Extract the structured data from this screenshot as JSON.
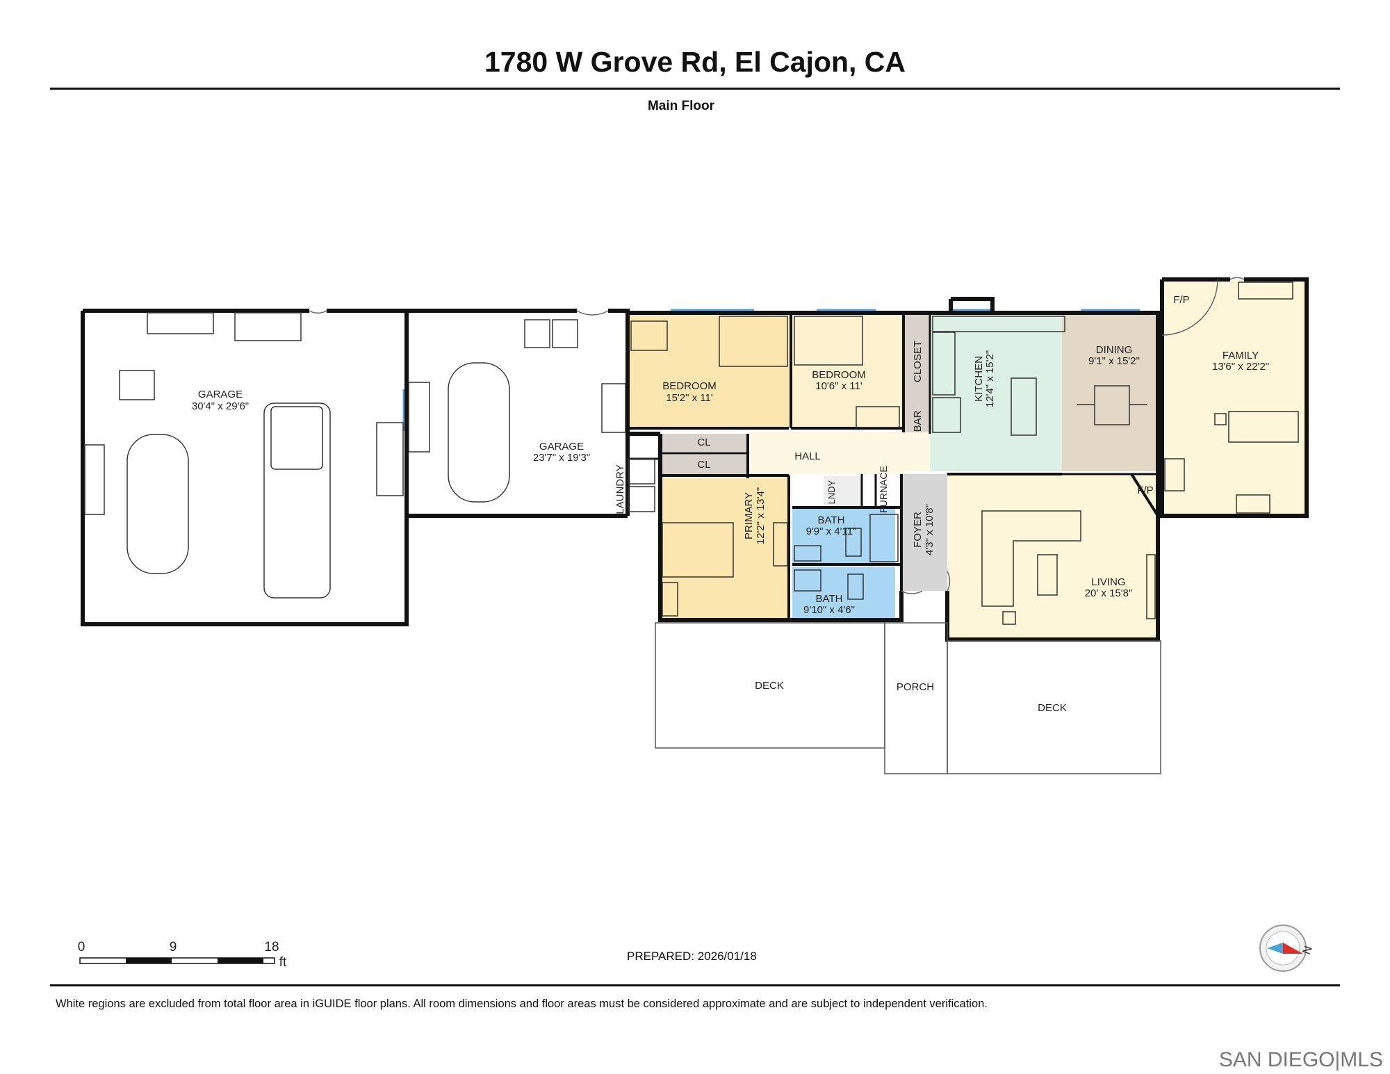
{
  "header": {
    "address": "1780 W Grove Rd, El Cajon, CA",
    "floor": "Main Floor"
  },
  "rooms": [
    {
      "id": "garage1",
      "name": "GARAGE",
      "dims": "30'4\" x 29'6\""
    },
    {
      "id": "garage2",
      "name": "GARAGE",
      "dims": "23'7\" x 19'3\""
    },
    {
      "id": "bedroom1",
      "name": "BEDROOM",
      "dims": "15'2\" x 11'"
    },
    {
      "id": "bedroom2",
      "name": "BEDROOM",
      "dims": "10'6\" x 11'"
    },
    {
      "id": "closet",
      "name": "CLOSET",
      "dims": ""
    },
    {
      "id": "bar",
      "name": "BAR",
      "dims": ""
    },
    {
      "id": "kitchen",
      "name": "KITCHEN",
      "dims": "12'4\" x 15'2\""
    },
    {
      "id": "dining",
      "name": "DINING",
      "dims": "9'1\" x 15'2\""
    },
    {
      "id": "family",
      "name": "FAMILY",
      "dims": "13'6\" x 22'2\""
    },
    {
      "id": "fp1",
      "name": "F/P",
      "dims": ""
    },
    {
      "id": "fp2",
      "name": "F/P",
      "dims": ""
    },
    {
      "id": "cl1",
      "name": "CL",
      "dims": ""
    },
    {
      "id": "cl2",
      "name": "CL",
      "dims": ""
    },
    {
      "id": "hall",
      "name": "HALL",
      "dims": ""
    },
    {
      "id": "laundry",
      "name": "LAUNDRY",
      "dims": ""
    },
    {
      "id": "lndy",
      "name": "LNDY",
      "dims": ""
    },
    {
      "id": "furnace",
      "name": "FURNACE",
      "dims": ""
    },
    {
      "id": "primary",
      "name": "PRIMARY",
      "dims": "12'2\" x 13'4\""
    },
    {
      "id": "bath1",
      "name": "BATH",
      "dims": "9'9\" x 4'11\""
    },
    {
      "id": "bath2",
      "name": "BATH",
      "dims": "9'10\" x 4'6\""
    },
    {
      "id": "foyer",
      "name": "FOYER",
      "dims": "4'3\" x 10'8\""
    },
    {
      "id": "living",
      "name": "LIVING",
      "dims": "20' x 15'8\""
    },
    {
      "id": "deck1",
      "name": "DECK",
      "dims": ""
    },
    {
      "id": "porch",
      "name": "PORCH",
      "dims": ""
    },
    {
      "id": "deck2",
      "name": "DECK",
      "dims": ""
    }
  ],
  "colors": {
    "bedroom": "#fbe6b0",
    "bedroom_light": "#fdf1cf",
    "kitchen": "#dcf0e6",
    "dining": "#e3d7c6",
    "family_living": "#fdf6d8",
    "hall": "#fdf8e4",
    "bath": "#a9d6f3",
    "closet": "#d9d2cb",
    "foyer": "#d6d6d6",
    "wall": "#111111",
    "window": "#5aa6d6"
  },
  "scale": {
    "ticks": [
      "0",
      "9",
      "18"
    ],
    "unit": "ft"
  },
  "prepared": "PREPARED: 2026/01/18",
  "disclaimer": "White regions are excluded from total floor area in iGUIDE floor plans. All room dimensions and floor areas must be considered approximate and are subject to independent verification.",
  "compass": {
    "label": "N"
  },
  "brand": "SAN DIEGO|MLS"
}
